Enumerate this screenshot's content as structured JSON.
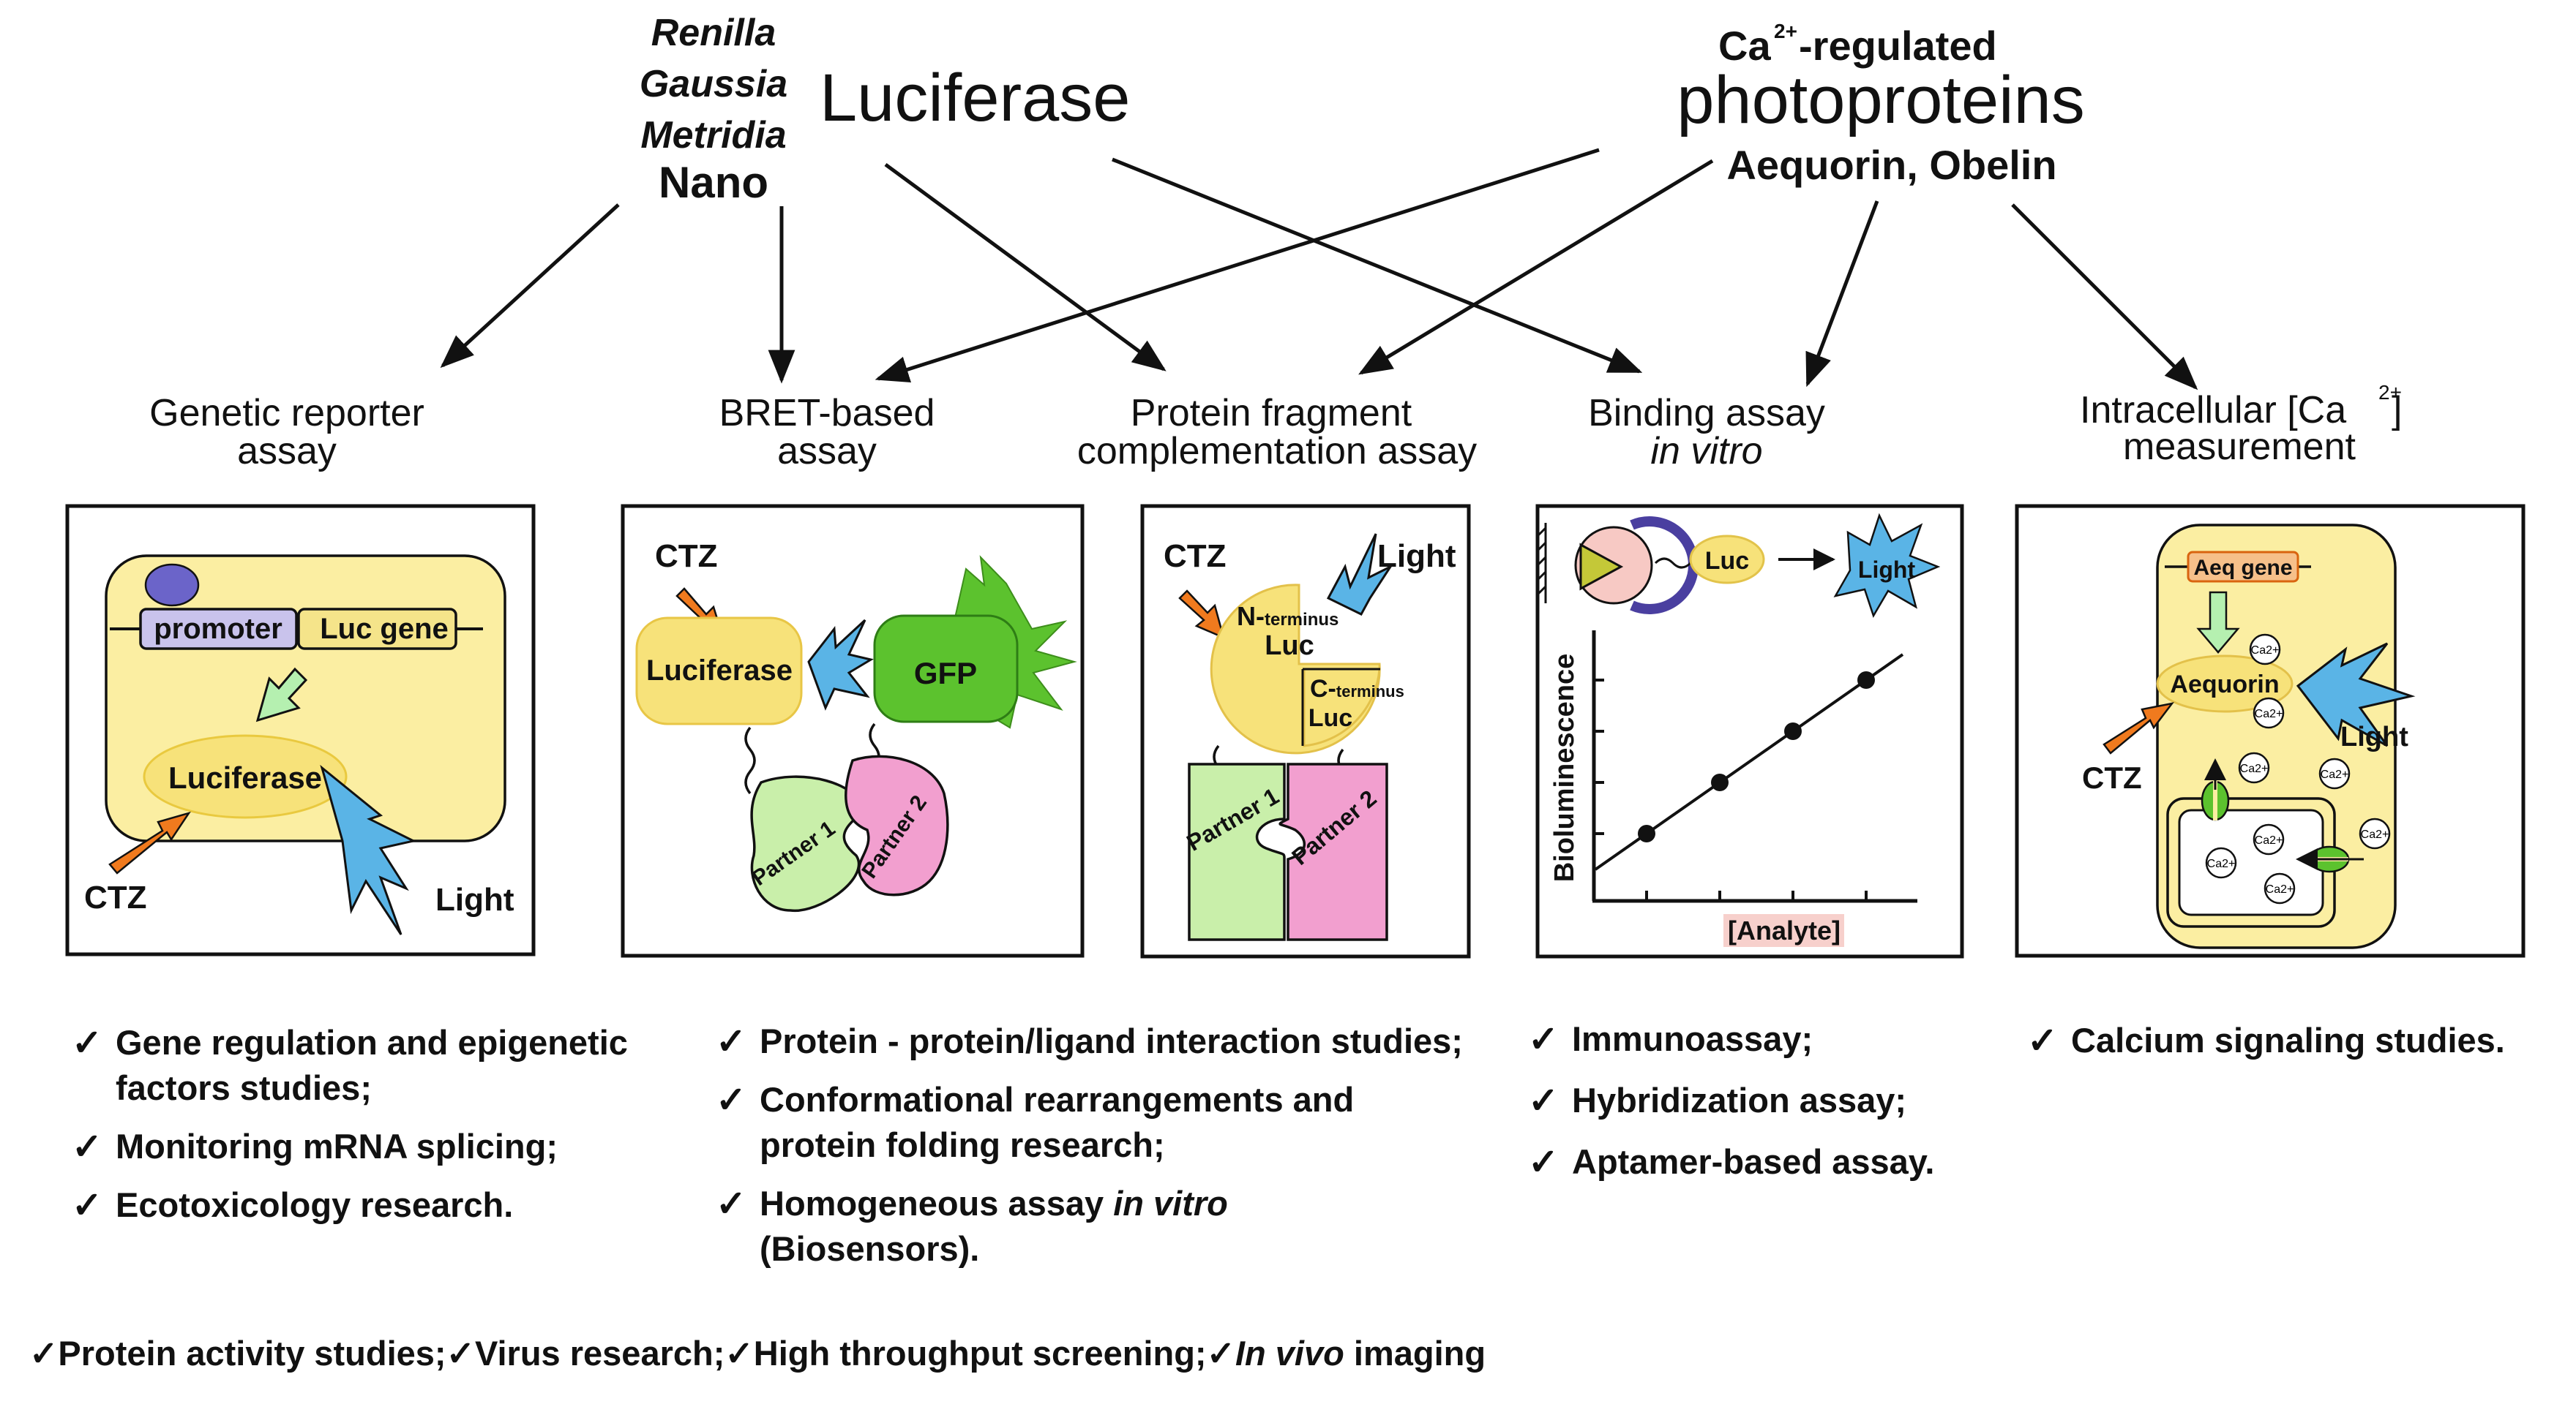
{
  "sources": {
    "luciferase_species": [
      "Renilla",
      "Gaussia",
      "Metridia"
    ],
    "luciferase_nano": "Nano",
    "luciferase_title": "Luciferase",
    "photoprotein_ca_prefix": "Ca",
    "photoprotein_ca_sup": "2+",
    "photoprotein_regulated": "-regulated",
    "photoprotein_title": "photoproteins",
    "photoprotein_names": "Aequorin, Obelin"
  },
  "assays": {
    "genetic_reporter": [
      "Genetic reporter",
      "assay"
    ],
    "bret": [
      "BRET-based",
      "assay"
    ],
    "fragment": [
      "Protein fragment",
      "complementation assay"
    ],
    "binding": [
      "Binding assay",
      "in vitro"
    ],
    "intracellular_prefix": "Intracellular [Ca",
    "intracellular_sup": "2+",
    "intracellular_suffix": "]",
    "intracellular_line2": "measurement"
  },
  "panels": {
    "reporter": {
      "promoter": "promoter",
      "luc_gene": "Luc gene",
      "luciferase": "Luciferase",
      "ctz": "CTZ",
      "light": "Light"
    },
    "bret": {
      "ctz": "CTZ",
      "luciferase": "Luciferase",
      "gfp": "GFP",
      "partner1": "Partner 1",
      "partner2": "Partner 2"
    },
    "fragment": {
      "ctz": "CTZ",
      "light": "Light",
      "n_prefix": "N-",
      "n_suffix": "terminus",
      "c_prefix": "C-",
      "c_suffix": "terminus",
      "luc": "Luc",
      "partner1": "Partner 1",
      "partner2": "Partner 2"
    },
    "binding": {
      "luc": "Luc",
      "light": "Light",
      "ylabel": "Bioluminescence",
      "xlabel": "[Analyte]"
    },
    "calcium": {
      "aeq_gene": "Aeq gene",
      "aequorin": "Aequorin",
      "light": "Light",
      "ctz": "CTZ",
      "ion": "Ca",
      "ion_sup": "2+"
    }
  },
  "chart_data": {
    "type": "scatter",
    "title": "",
    "xlabel": "[Analyte]",
    "ylabel": "Bioluminescence",
    "x": [
      1,
      2,
      3,
      4
    ],
    "y": [
      1,
      2,
      3,
      4
    ],
    "fit": "linear",
    "axis_ticks": true,
    "grid": false
  },
  "applications": {
    "reporter": [
      "Gene regulation and epigenetic factors studies;",
      "Monitoring mRNA splicing;",
      "Ecotoxicology research."
    ],
    "bret": {
      "item1": "Protein - protein/ligand interaction studies;",
      "item2": "Conformational rearrangements and protein folding research;",
      "item3_prefix": "Homogeneous assay ",
      "item3_italic": "in vitro",
      "item3_suffix": "(Biosensors)."
    },
    "binding": [
      "Immunoassay;",
      "Hybridization assay;",
      "Aptamer-based assay."
    ],
    "calcium": [
      "Calcium signaling studies."
    ]
  },
  "footer": {
    "check": "✓",
    "item1": "Protein activity studies;",
    "item2": "Virus research;",
    "item3": "High throughput screening;",
    "item4_italic": "In vivo",
    "item4_suffix": " imaging"
  },
  "colors": {
    "panel_yellow": "#fbeea2",
    "luc_yellow": "#f7e27a",
    "promoter_purple": "#c9c3ec",
    "gene_yellow": "#f5e48a",
    "light_blue": "#5ab4e6",
    "ctz_orange": "#f07a1e",
    "gfp_green": "#5cc22e",
    "partner_green": "#c9efaa",
    "partner_pink": "#f29fcf",
    "check_green": "#b5f0b0",
    "aeq_orange": "#f6c08a"
  }
}
